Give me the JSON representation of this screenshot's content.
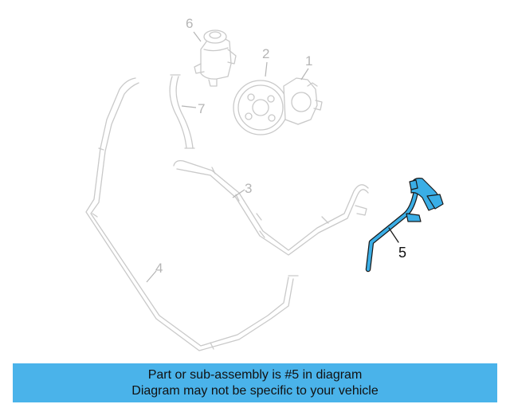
{
  "callouts": {
    "c1": "1",
    "c2": "2",
    "c3": "3",
    "c4": "4",
    "c5": "5",
    "c6": "6",
    "c7": "7"
  },
  "highlight_color": "#3aaee6",
  "banner": {
    "line1": "Part or sub-assembly is #5 in diagram",
    "line2": "Diagram may not be specific to your vehicle",
    "color": "#4ab3ea"
  }
}
